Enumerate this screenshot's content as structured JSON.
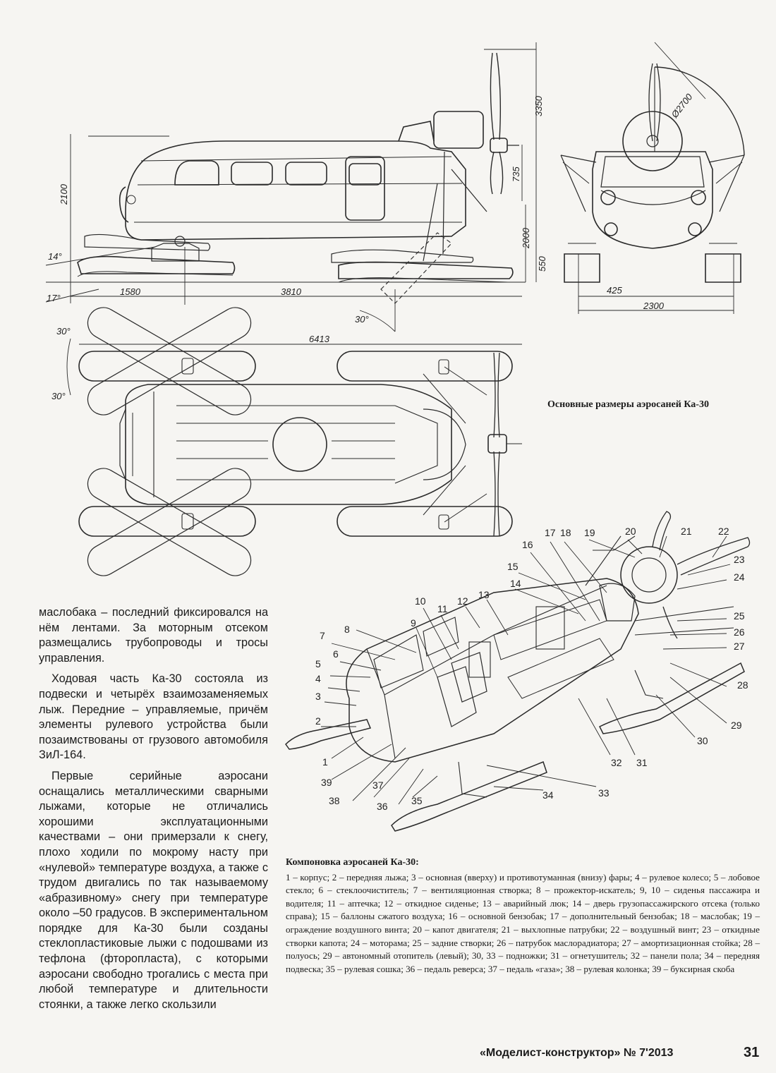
{
  "dimensions": {
    "d3350": "3350",
    "d2100": "2100",
    "d735": "735",
    "d2000": "2000",
    "d550": "550",
    "d14deg": "14°",
    "d17deg": "17°",
    "d1580": "1580",
    "d3810": "3810",
    "d30deg_bottom": "30°",
    "d6413": "6413",
    "d30deg_a": "30°",
    "d30deg_b": "30°",
    "d425": "425",
    "d2300": "2300",
    "dD2700": "Ø2700"
  },
  "caption_main": "Основные размеры аэросаней Ка-30",
  "callouts": [
    "1",
    "2",
    "3",
    "4",
    "5",
    "6",
    "7",
    "8",
    "9",
    "10",
    "11",
    "12",
    "13",
    "14",
    "15",
    "16",
    "17",
    "18",
    "19",
    "20",
    "21",
    "22",
    "23",
    "24",
    "25",
    "26",
    "27",
    "28",
    "29",
    "30",
    "31",
    "32",
    "33",
    "34",
    "35",
    "36",
    "37",
    "38",
    "39"
  ],
  "article": {
    "p1": "маслобака – последний фиксировался на нём лентами. За моторным отсеком размещались трубопроводы и тросы управления.",
    "p2": "Ходовая часть Ка-30 состояла из подвески и четырёх взаимозаменяемых лыж. Передние – управляемые, причём элементы рулевого устройства были позаимствованы от грузового автомобиля ЗиЛ-164.",
    "p3": "Первые серийные аэросани оснащались металлическими сварными лыжами, которые не отличались хорошими эксплуатационными качествами – они примерзали к снегу, плохо ходили по мокрому насту при «нулевой» температуре воздуха, а также с трудом двигались по так называемому «абразивному» снегу при температуре около –50 градусов. В экспериментальном порядке для Ка-30 были созданы стеклопластиковые лыжи с подошвами из тефлона (фторопласта), с которыми аэросани свободно трогались с места при любой температуре и длительности стоянки, а также легко скользили"
  },
  "legend": {
    "title": "Компоновка аэросаней Ка-30:",
    "text": "1 – корпус; 2 – передняя лыжа; 3 – основная (вверху) и противотуманная (внизу) фары; 4 – рулевое колесо; 5 – лобовое стекло; 6 – стеклоочиститель; 7 – вентиляционная створка; 8 – прожектор-искатель; 9, 10 – сиденья пассажира и водителя; 11 – аптечка; 12 – откидное сиденье; 13 – аварийный люк; 14 – дверь грузопассажирского отсека (только справа); 15 – баллоны сжатого воздуха; 16 – основной бензобак; 17 – дополнительный бензобак; 18 – маслобак; 19 – ограждение воздушного винта; 20 – капот двигателя; 21 – выхлопные патрубки; 22 – воздушный винт; 23 – откидные створки капота; 24 – моторама; 25 – задние створки; 26 – патрубок маслорадиатора; 27 – амортизационная стойка; 28 – полуось; 29 – автономный отопитель (левый); 30, 33 – подножки; 31 – огнетушитель; 32 – панели пола; 34 – передняя подвеска; 35 – рулевая сошка; 36 – педаль реверса; 37 – педаль «газа»; 38 – рулевая колонка; 39 – буксирная скоба"
  },
  "footer": {
    "magazine": "«Моделист-конструктор» № 7'2013",
    "page": "31"
  }
}
